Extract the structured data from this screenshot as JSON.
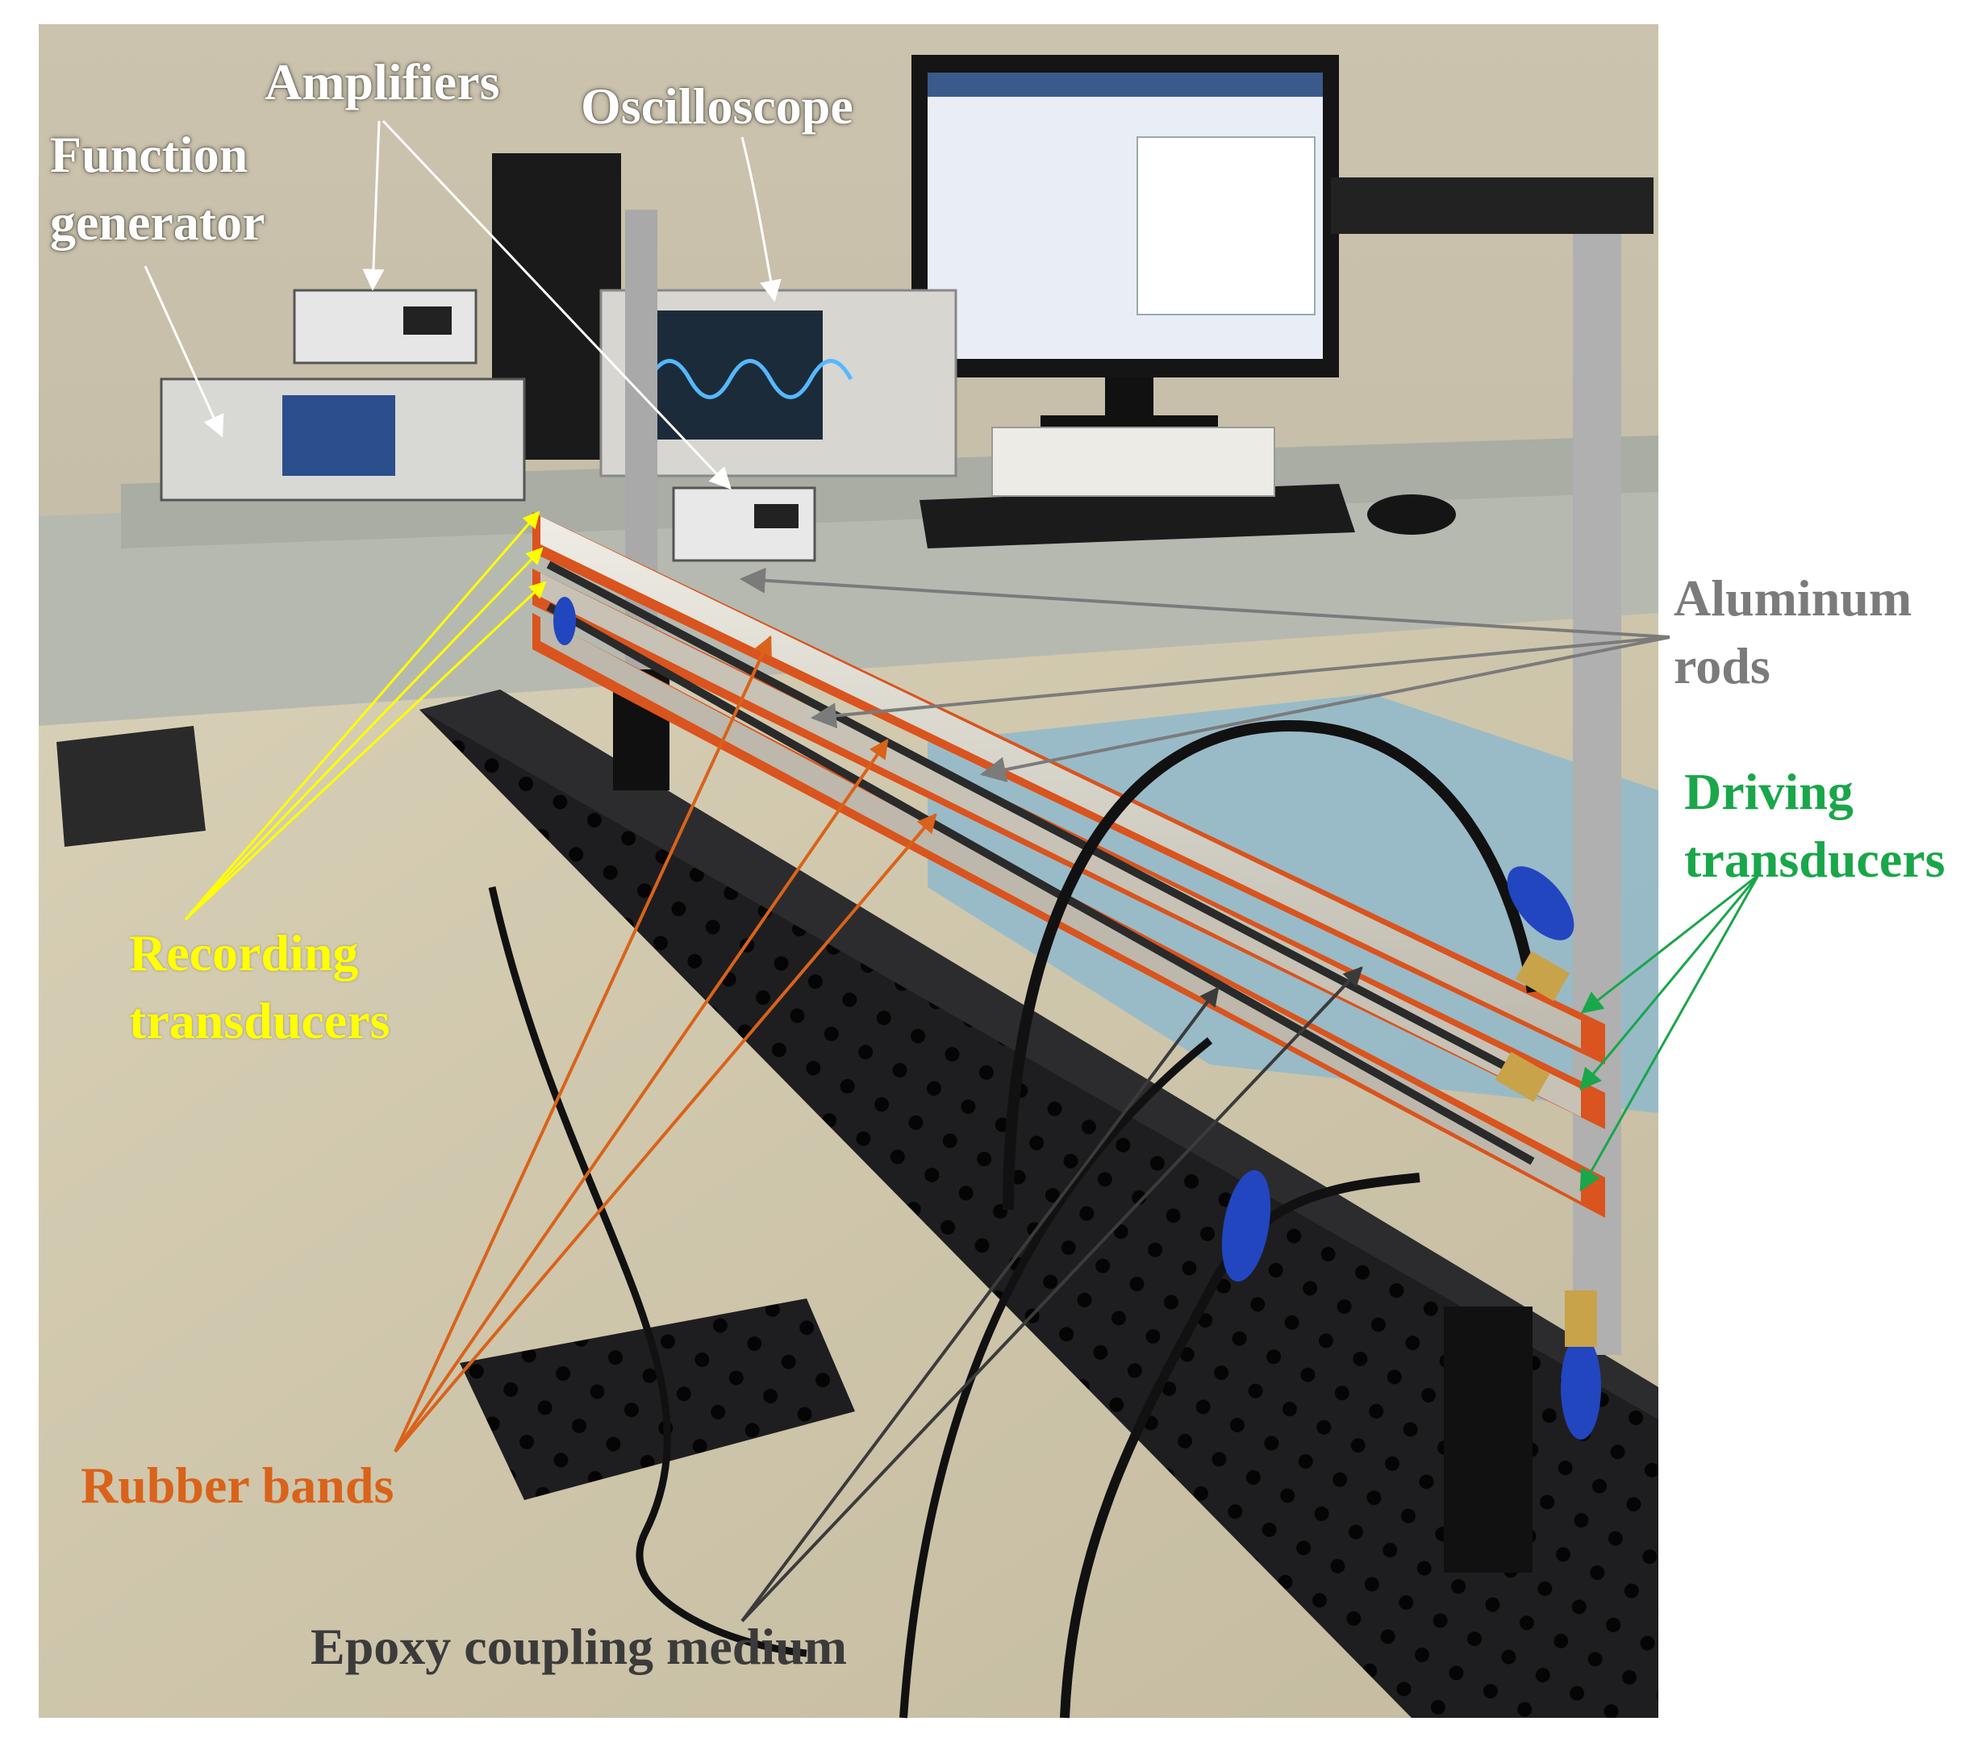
{
  "figure": {
    "description_colors": {
      "annotation_white": "#ffffff",
      "annotation_gray": "#7b7b7b",
      "annotation_green": "#1aa64a",
      "annotation_yellow": "#ffff00",
      "annotation_orange": "#d9631a",
      "annotation_dark": "#3b3b3b",
      "rubber_band": "#d9541e",
      "aluminum_rod": "#d9d6cc",
      "breadboard": "#1c1c1e",
      "wall": "#cfc7b3",
      "desk": "#bfc1b8"
    },
    "labels": {
      "amplifiers": "Amplifiers",
      "oscilloscope": "Oscilloscope",
      "function_generator_line1": "Function",
      "function_generator_line2": "generator",
      "aluminum_rods_line1": "Aluminum",
      "aluminum_rods_line2": "rods",
      "driving_transducers_line1": "Driving",
      "driving_transducers_line2": "transducers",
      "recording_transducers_line1": "Recording",
      "recording_transducers_line2": "transducers",
      "rubber_bands": "Rubber bands",
      "epoxy_coupling_medium": "Epoxy coupling medium"
    }
  }
}
